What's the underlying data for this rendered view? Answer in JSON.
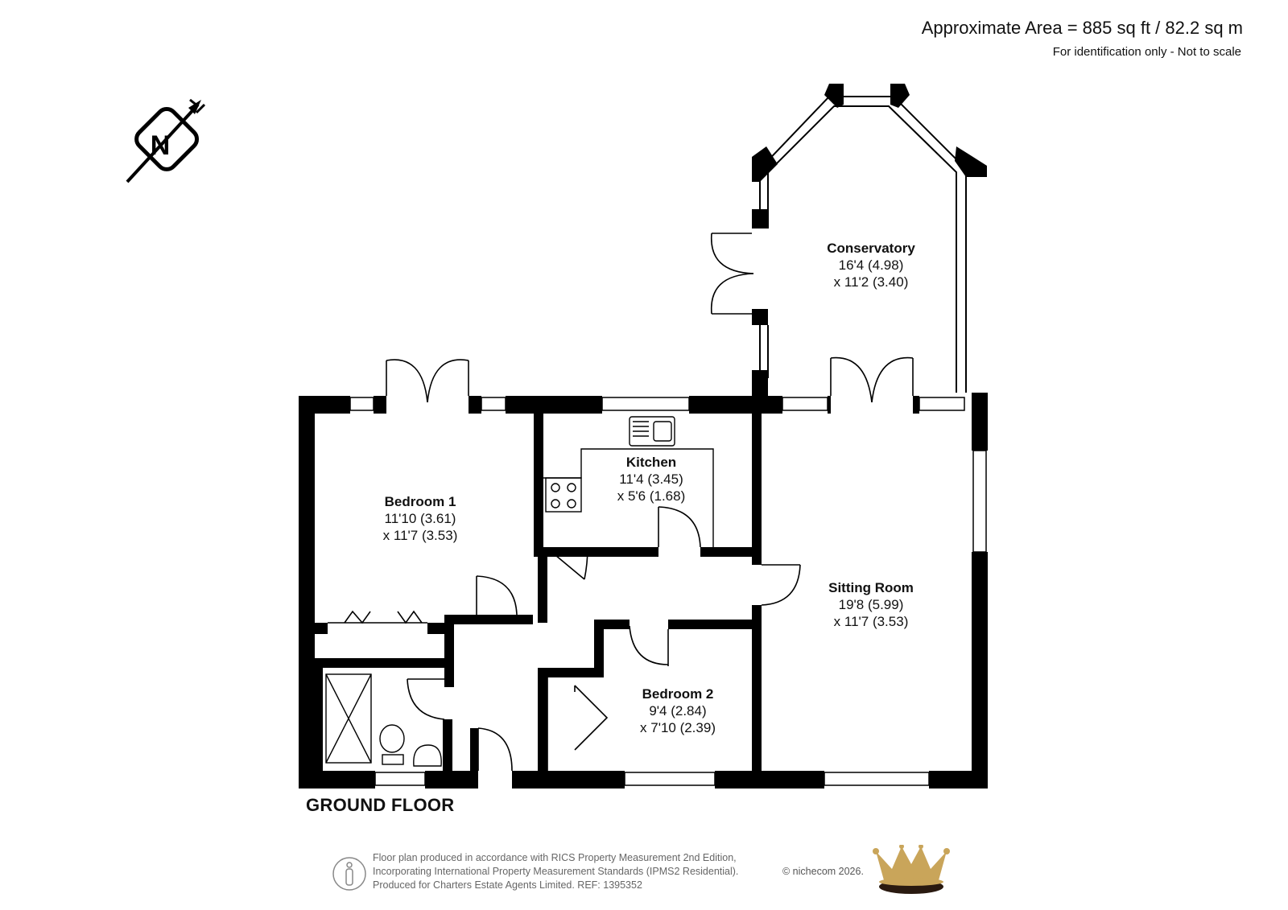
{
  "header": {
    "approx_area": "Approximate Area = 885 sq ft / 82.2 sq m",
    "note": "For identification only - Not to scale"
  },
  "compass": {
    "letter": "N",
    "icon": "north-arrow-icon"
  },
  "floor_label": "GROUND FLOOR",
  "rooms": {
    "conservatory": {
      "name": "Conservatory",
      "dim1": "16'4 (4.98)",
      "dim2": "x 11'2 (3.40)"
    },
    "kitchen": {
      "name": "Kitchen",
      "dim1": "11'4 (3.45)",
      "dim2": "x 5'6 (1.68)"
    },
    "bedroom1": {
      "name": "Bedroom 1",
      "dim1": "11'10 (3.61)",
      "dim2": "x 11'7 (3.53)"
    },
    "sitting_room": {
      "name": "Sitting Room",
      "dim1": "19'8 (5.99)",
      "dim2": "x 11'7 (3.53)"
    },
    "bedroom2": {
      "name": "Bedroom 2",
      "dim1": "9'4 (2.84)",
      "dim2": "x 7'10 (2.39)"
    }
  },
  "footer": {
    "line1": "Floor plan produced in accordance with RICS Property Measurement 2nd Edition,",
    "line2": "Incorporating International Property Measurement Standards (IPMS2 Residential).",
    "line3": "Produced for Charters Estate Agents Limited.   REF: 1395352",
    "copyright": "© nichecom 2026."
  },
  "colors": {
    "wall": "#000000",
    "crown_gold": "#c9a55a",
    "crown_dark": "#2a1a10"
  }
}
